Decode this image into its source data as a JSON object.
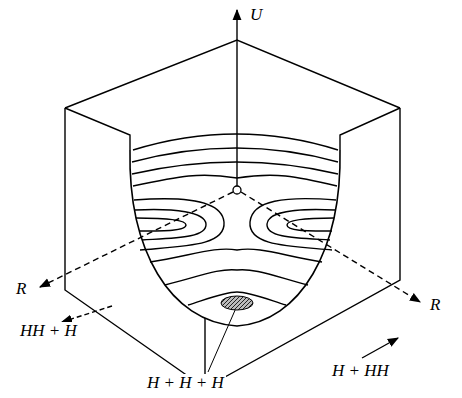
{
  "diagram": {
    "labels": [
      "U",
      "R",
      "HH + H",
      "R",
      "H + HH",
      "H + H + H"
    ]
  }
}
